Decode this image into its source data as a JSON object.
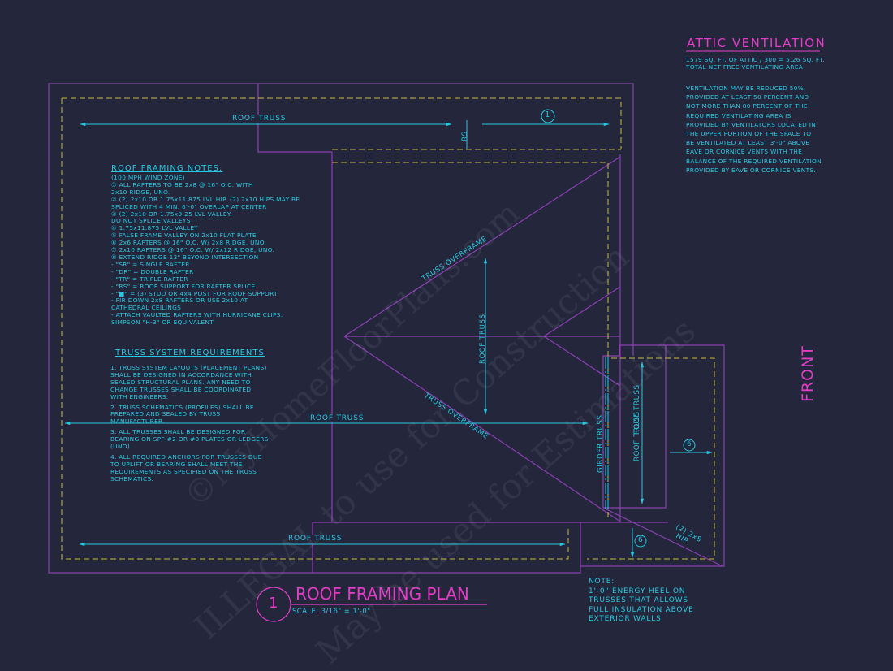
{
  "attic": {
    "title": "ATTIC VENTILATION",
    "calc_line": "1579  SQ. FT. OF ATTIC / 300 = 5.26  SQ. FT.",
    "calc_sub": "TOTAL NET FREE VENTILATING AREA",
    "body": [
      "VENTILATION MAY BE REDUCED 50%,",
      "PROVIDED AT LEAST 50 PERCENT AND",
      "NOT MORE THAN 80 PERCENT OF THE",
      "REQUIRED VENTILATING AREA IS",
      "PROVIDED BY VENTILATORS LOCATED IN",
      "THE UPPER PORTION OF THE SPACE TO",
      "BE VENTILATED AT LEAST 3'-0\" ABOVE",
      "EAVE OR CORNICE VENTS WITH THE",
      "BALANCE OF THE REQUIRED VENTILATION",
      "PROVIDED BY EAVE OR CORNICE VENTS."
    ]
  },
  "roof_notes": {
    "title": "ROOF FRAMING NOTES:",
    "lines": [
      "(100 MPH WIND ZONE)",
      "① ALL RAFTERS TO BE 2x8 @ 16\" O.C. WITH",
      "    2x10 RIDGE, UNO.",
      "② (2) 2x10 OR 1.75x11.875 LVL HIP. (2) 2x10 HIPS MAY BE",
      "    SPLICED WITH 4 MIN. 6'-0\" OVERLAP AT CENTER",
      "③ (2) 2x10 OR 1.75x9.25 LVL VALLEY.",
      "    DO NOT SPLICE VALLEYS",
      "④ 1.75x11.875 LVL VALLEY",
      "⑤ FALSE FRAME VALLEY ON 2x10 FLAT PLATE",
      "⑥ 2x6 RAFTERS @ 16\" O.C. W/ 2x8 RIDGE, UNO.",
      "⑦ 2x10 RAFTERS @ 16\" O.C. W/ 2x12 RIDGE, UNO.",
      "⑧ EXTEND RIDGE 12\" BEYOND INTERSECTION",
      " -  \"SR\" = SINGLE RAFTER",
      " -  \"DR\" = DOUBLE RAFTER",
      " -  \"TR\" = TRIPLE RAFTER",
      " -  \"RS\" = ROOF SUPPORT FOR RAFTER SPLICE",
      " -  \"■\" = (3) STUD OR 4x4 POST FOR ROOF SUPPORT",
      " -  FIR DOWN 2x8 RAFTERS OR USE 2x10 AT",
      "    CATHEDRAL CEILINGS",
      " -  ATTACH VAULTED RAFTERS WITH HURRICANE CLIPS:",
      "    SIMPSON \"H-3\" OR EQUIVALENT"
    ]
  },
  "truss_req": {
    "title": "TRUSS SYSTEM REQUIREMENTS",
    "lines": [
      "1. TRUSS SYSTEM LAYOUTS (PLACEMENT PLANS)",
      "SHALL BE DESIGNED IN ACCORDANCE WITH",
      "SEALED STRUCTURAL PLANS. ANY NEED TO",
      "CHANGE TRUSSES SHALL BE COORDINATED",
      "WITH  ENGINEERS.",
      "",
      "2. TRUSS SCHEMATICS (PROFILES) SHALL BE",
      "PREPARED AND SEALED BY TRUSS",
      "MANUFACTURER.",
      "",
      "3. ALL TRUSSES SHALL BE DESIGNED FOR",
      "BEARING ON SPF #2 OR #3 PLATES OR LEDGERS",
      "(UNO).",
      "",
      "4. ALL REQUIRED ANCHORS FOR TRUSSES DUE",
      "TO UPLIFT OR BEARING SHALL MEET THE",
      "REQUIREMENTS AS SPECIFIED ON THE TRUSS",
      "SCHEMATICS."
    ]
  },
  "labels": {
    "roof_truss": "ROOF  TRUSS",
    "truss_overframe": "TRUSS OVERFRAME",
    "girder_truss": "GIRDER TRUSS",
    "rs": "RS",
    "hip": "(2) 2x8\nHIP",
    "front": "FRONT",
    "tag1": "1",
    "tag6": "6"
  },
  "title_block": {
    "number": "1",
    "title": "ROOF FRAMING PLAN",
    "scale": "SCALE: 3/16\" = 1'-0\""
  },
  "note": {
    "lines": [
      "NOTE:",
      "1'-0\" ENERGY HEEL ON",
      "TRUSSES THAT ALLOWS",
      "FULL INSULATION ABOVE",
      "EXTERIOR WALLS"
    ]
  },
  "watermark": {
    "line1": "©MyHomeFloorPlans.com",
    "line2": "ILLEGAL to use for Construction",
    "line3": "May be used for Estimations"
  },
  "colors": {
    "background": "#24273c",
    "cyan": "#27c9e0",
    "magenta": "#e43cc8",
    "purple": "#8a3fb0",
    "yellow": "#c9b840"
  }
}
